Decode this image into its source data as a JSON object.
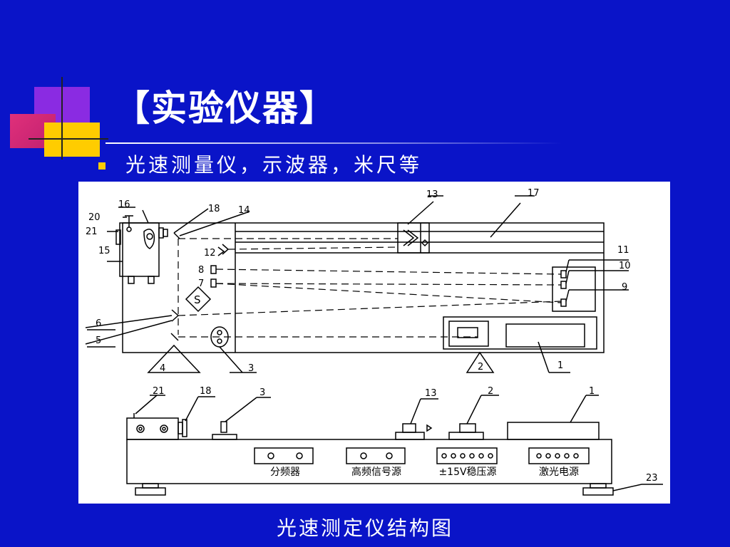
{
  "slide": {
    "title": "【实验仪器】",
    "bullet": "光速测量仪，示波器，米尺等",
    "caption": "光速测定仪结构图"
  },
  "colors": {
    "background": "#0a14c8",
    "bullet": "#ffcc00",
    "deco_purple": "#8a2be2",
    "deco_magenta": "#e0307a",
    "deco_yellow": "#ffcc00"
  },
  "diagram": {
    "labels": {
      "n1": "1",
      "n2": "2",
      "n3": "3",
      "n4": "4",
      "n5": "5",
      "n6": "6",
      "n7": "7",
      "n8": "8",
      "n9": "9",
      "n10": "10",
      "n11": "11",
      "n12": "12",
      "n13": "13",
      "n14": "14",
      "n15": "15",
      "n16": "16",
      "n17": "17",
      "n18": "18",
      "n20": "20",
      "n21": "21",
      "n23": "23",
      "s": "S"
    },
    "modules": {
      "divider": "分频器",
      "hf_source": "高频信号源",
      "psu": "±15V稳压源",
      "laser_psu": "激光电源"
    }
  }
}
